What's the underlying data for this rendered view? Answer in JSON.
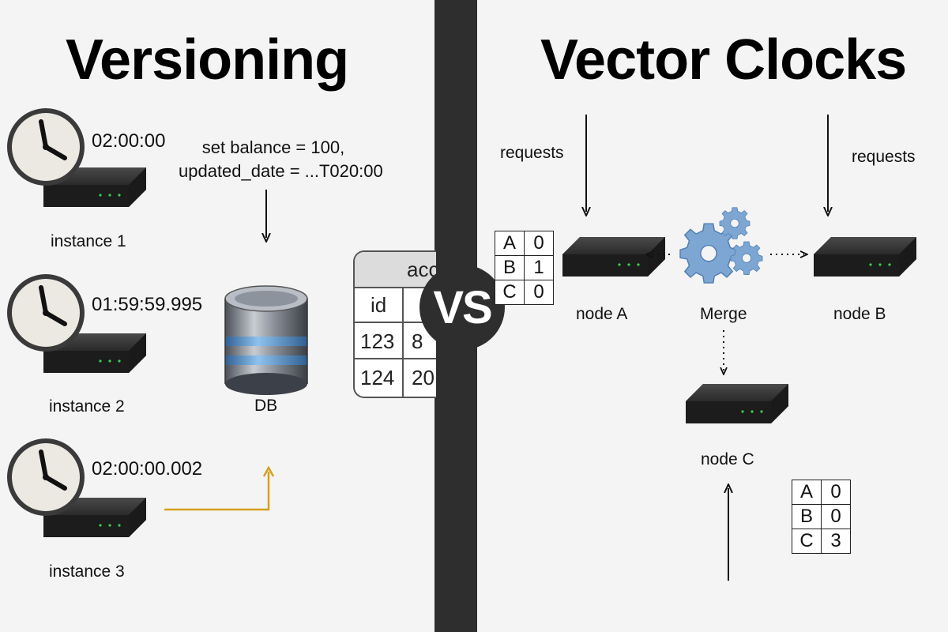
{
  "left": {
    "title": "Versioning",
    "instances": [
      {
        "label": "instance 1",
        "time": "02:00:00"
      },
      {
        "label": "instance 2",
        "time": "01:59:59.995"
      },
      {
        "label": "instance 3",
        "time": "02:00:00.002"
      }
    ],
    "query_line1": "set balance = 100,",
    "query_line2": "updated_date = ...T020:00",
    "db_label": "DB",
    "table": {
      "title": "acc",
      "headers": [
        "id",
        ""
      ],
      "rows": [
        [
          "123",
          "8"
        ],
        [
          "124",
          "20"
        ]
      ]
    }
  },
  "vs": "VS",
  "right": {
    "title": "Vector Clocks",
    "requests_left": "requests",
    "requests_right": "requests",
    "node_a": "node A",
    "node_b": "node B",
    "node_c": "node C",
    "merge": "Merge",
    "clock_a": [
      [
        "A",
        "0"
      ],
      [
        "B",
        "1"
      ],
      [
        "C",
        "0"
      ]
    ],
    "clock_c": [
      [
        "A",
        "0"
      ],
      [
        "B",
        "0"
      ],
      [
        "C",
        "3"
      ]
    ]
  },
  "colors": {
    "background": "#f4f4f4",
    "divider": "#2e2e2e",
    "arrow_gold": "#d4a020",
    "gear_blue": "#7ea6d2",
    "db_band": "#6fa6d8"
  }
}
